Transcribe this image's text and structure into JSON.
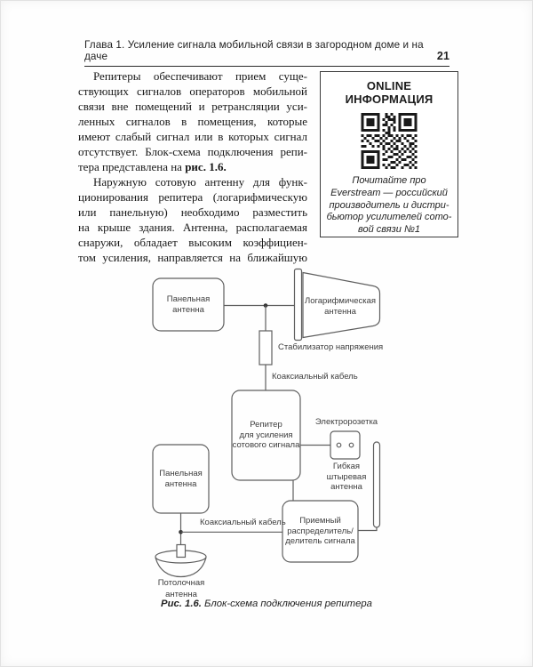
{
  "header": {
    "chapter_title": "Глава 1. Усиление сигнала мобильной связи в загородном доме и на даче",
    "page_number": "21"
  },
  "body": {
    "paragraph1": {
      "lines": "Репитеры обеспечивают прием суще-\nствующих сигналов операторов мобильной\nсвязи вне помещений и ретрансляции уси-\nленных сигналов в помещения, которые\nимеют слабый сигнал или в которых сигнал\nотсутствует. Блок-схема подключения репи-",
      "last_line": "тера представлена на ",
      "last_line_bold": "рис. 1.6."
    },
    "paragraph2": {
      "lines": "Наружную сотовую антенну для функ-\nционирования репитера (логарифмическую\nили панельную) необходимо разместить\nна крыше здания. Антенна, располагаемая\nснаружи, обладает высоким коэффициен-\nтом усиления, направляется на ближайшую"
    }
  },
  "sidebar": {
    "title": "ONLINE\nИНФОРМАЦИЯ",
    "qr_icon": "qr-code",
    "caption": "Почитайте про\nEverstream — российский\nпроизводитель и дистри-\nбьютор усилителей сото-\nвой связи №1"
  },
  "diagram": {
    "labels": {
      "panel_antenna_top": "Панельная\nантенна",
      "log_antenna": "Логарифмическая\nантенна",
      "stabilizer": "Стабилизатор напряжения",
      "coax_cable_top": "Коаксиальный кабель",
      "repeater": "Репитер\nдля усиления\nсотового сигнала",
      "outlet": "Электророзетка",
      "whip_antenna": "Гибкая\nштыревая\nантенна",
      "splitter": "Приемный\nраспределитель/\nделитель сигнала",
      "panel_antenna_bottom": "Панельная\nантенна",
      "coax_cable_bottom": "Коаксиальный кабель",
      "ceiling_antenna": "Потолочная\nантенна"
    }
  },
  "figure_caption": {
    "bold": "Рис. 1.6.",
    "rest": " Блок-схема подключения репитера"
  }
}
